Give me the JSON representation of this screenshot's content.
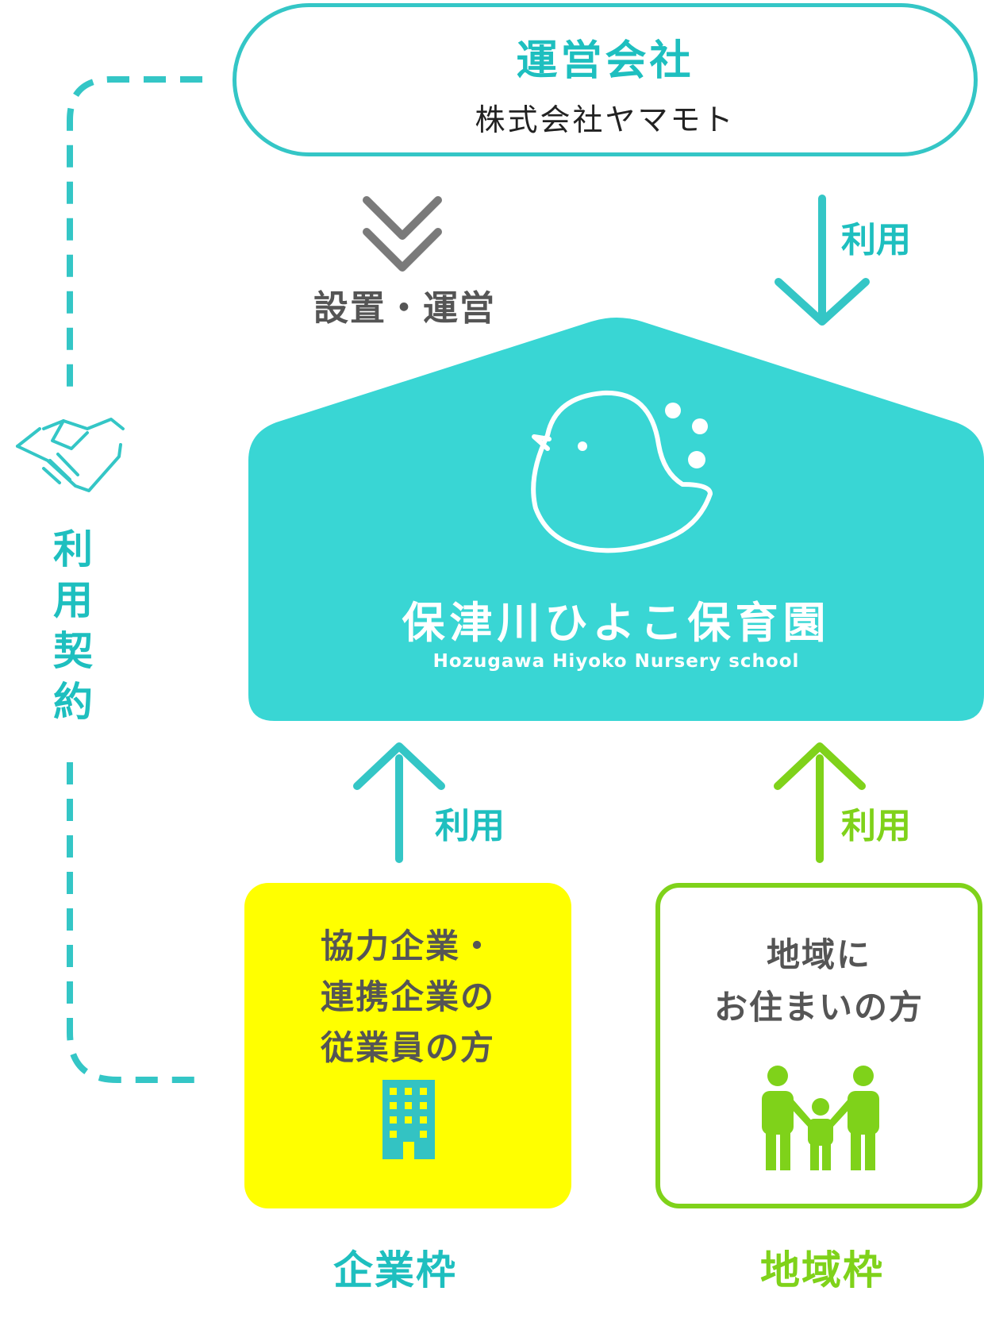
{
  "company": {
    "title": "運営会社",
    "name": "株式会社ヤマモト"
  },
  "labels": {
    "setup": "設置・運営",
    "use_top": "利用",
    "use_left": "利用",
    "use_right": "利用",
    "contract": [
      "利",
      "用",
      "契",
      "約"
    ]
  },
  "nursery": {
    "name": "保津川ひよこ保育園",
    "name_en": "Hozugawa Hiyoko Nursery school"
  },
  "corporate": {
    "lines": [
      "協力企業・",
      "連携企業の",
      "従業員の方"
    ],
    "frame_label": "企業枠"
  },
  "local": {
    "lines": [
      "地域に",
      "お住まいの方"
    ],
    "frame_label": "地域枠"
  },
  "colors": {
    "teal": "#34c6c6",
    "teal_text": "#1ebfbf",
    "green": "#7fd21a",
    "yellow": "#ffff00",
    "gray": "#666666"
  },
  "icons": [
    "handshake-icon",
    "chick-icon",
    "building-icon",
    "family-icon",
    "double-chevron-down-icon"
  ]
}
